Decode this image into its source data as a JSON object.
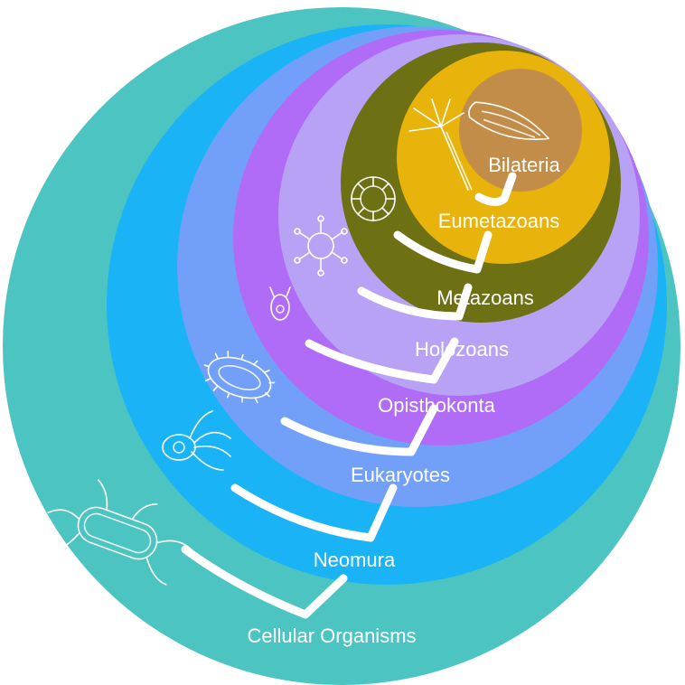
{
  "clades": [
    {
      "label": "Cellular Organisms",
      "color": "#4cc5c2"
    },
    {
      "label": "Neomura",
      "color": "#1ab3f6"
    },
    {
      "label": "Eukaryotes",
      "color": "#72a0f8"
    },
    {
      "label": "Opisthokonta",
      "color": "#b06cf7"
    },
    {
      "label": "Holozoans",
      "color": "#b8a2f5"
    },
    {
      "label": "Metazoans",
      "color": "#6d7114"
    },
    {
      "label": "Eumetazoans",
      "color": "#e8b30a"
    },
    {
      "label": "Bilateria",
      "color": "#c28c49"
    }
  ],
  "icons": [
    "bacterium-icon",
    "flagellate-icon",
    "ciliate-icon",
    "choanoflagellate-icon",
    "colonial-protist-icon",
    "sponge-cell-icon",
    "hydra-icon",
    "flatworm-icon"
  ]
}
